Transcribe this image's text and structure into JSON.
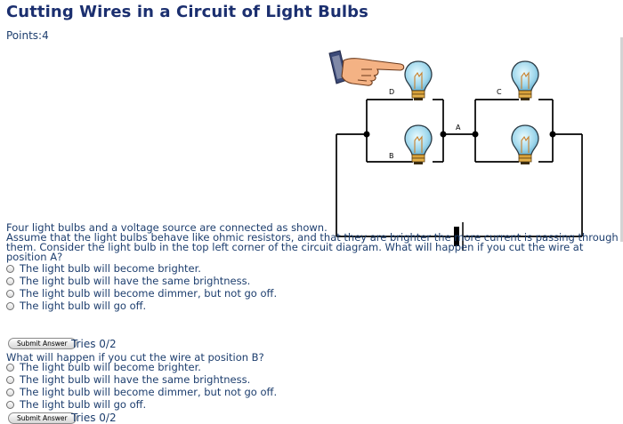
{
  "page": {
    "title": "Cutting Wires in a Circuit of Light Bulbs",
    "points": "Points:4"
  },
  "figure": {
    "labels": {
      "d": "D",
      "b": "B",
      "a": "A",
      "c": "C"
    },
    "icons": [
      "pointing-hand-icon",
      "light-bulb-icon",
      "battery-icon"
    ]
  },
  "intro": {
    "line1": "Four light bulbs and a voltage source are connected as shown.",
    "line2": "Assume that the light bulbs behave like ohmic resistors, and that they are brighter the more current is passing through",
    "line3": "them. Consider the light bulb in the top left corner of the circuit diagram. What will happen if you cut the wire at",
    "line4": "position A?"
  },
  "question1": {
    "options": [
      "The light bulb will become brighter.",
      "The light bulb will have the same brightness.",
      "The light bulb will become dimmer, but not go off.",
      "The light bulb will go off."
    ],
    "submit_label": "Submit Answer",
    "tries": "Tries 0/2"
  },
  "question2": {
    "prompt": "What will happen if you cut the wire at position B?",
    "options": [
      "The light bulb will become brighter.",
      "The light bulb will have the same brightness.",
      "The light bulb will become dimmer, but not go off.",
      "The light bulb will go off."
    ],
    "submit_label": "Submit Answer",
    "tries": "Tries 0/2"
  }
}
